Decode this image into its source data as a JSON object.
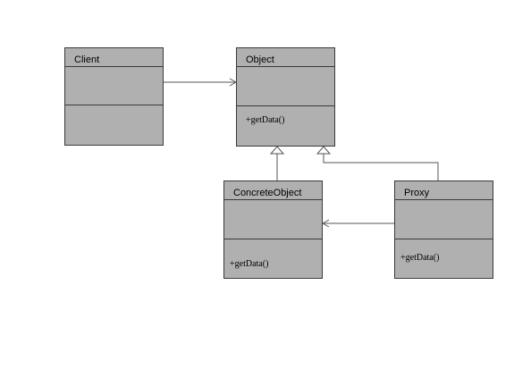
{
  "diagram": {
    "classes": {
      "client": {
        "name": "Client",
        "operation": ""
      },
      "object": {
        "name": "Object",
        "operation": "+getData()"
      },
      "concrete_object": {
        "name": "ConcreteObject",
        "operation": "+getData()"
      },
      "proxy": {
        "name": "Proxy",
        "operation": "+getData()"
      }
    },
    "relations": [
      {
        "from": "Client",
        "to": "Object",
        "type": "association"
      },
      {
        "from": "ConcreteObject",
        "to": "Object",
        "type": "generalization"
      },
      {
        "from": "Proxy",
        "to": "Object",
        "type": "generalization"
      },
      {
        "from": "Proxy",
        "to": "ConcreteObject",
        "type": "association"
      }
    ],
    "colors": {
      "class_fill": "#b0b0b0",
      "border": "#3a3a3a",
      "edge": "#555555",
      "background": "#ffffff"
    }
  }
}
